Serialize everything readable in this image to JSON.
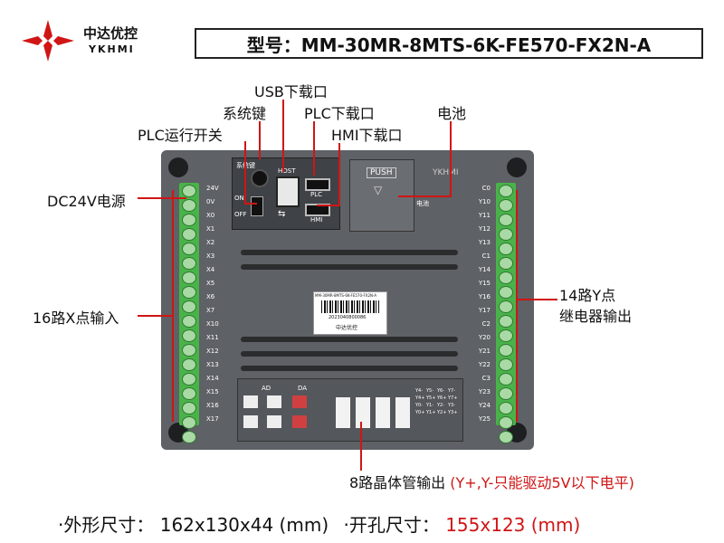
{
  "logo": {
    "cn": "中达优控",
    "en": "YKHMI"
  },
  "model": "型号：MM-30MR-8MTS-6K-FE570-FX2N-A",
  "labels": {
    "usb": "USB下载口",
    "sys_key": "系统键",
    "plc_port": "PLC下载口",
    "battery": "电池",
    "plc_switch": "PLC运行开关",
    "hmi_port": "HMI下载口",
    "dc24v": "DC24V电源",
    "x_inputs": "16路X点输入",
    "y_outputs_1": "14路Y点",
    "y_outputs_2": "继电器输出",
    "transistor": "8路晶体管输出",
    "transistor_note": "(Y+,Y-只能驱动5V以下电平)"
  },
  "device": {
    "sticker_model": "MM-30MR-8MTS-6K-FE570-FX2N-A",
    "sticker_serial": "2023040800086",
    "sticker_brand": "中达优控",
    "panel_brand": "YKHMI",
    "push": "PUSH",
    "battery_small": "电池",
    "sys_key_small": "系统键",
    "host": "HOST",
    "plc": "PLC",
    "hmi": "HMI",
    "on": "ON",
    "off": "OFF",
    "ad": "AD",
    "da": "DA",
    "left_terms": [
      "24V",
      "0V",
      "X0",
      "X1",
      "X2",
      "X3",
      "X4",
      "X5",
      "X6",
      "X7",
      "X10",
      "X11",
      "X12",
      "X13",
      "X14",
      "X15",
      "X16",
      "X17"
    ],
    "right_terms": [
      "C0",
      "Y10",
      "Y11",
      "Y12",
      "Y13",
      "C1",
      "Y14",
      "Y15",
      "Y16",
      "Y17",
      "C2",
      "Y20",
      "Y21",
      "Y22",
      "C3",
      "Y23",
      "Y24",
      "Y25"
    ],
    "tr_terms": [
      "Y4-",
      "Y5-",
      "Y6-",
      "Y7-",
      "Y4+",
      "Y5+",
      "Y6+",
      "Y7+",
      "Y0-",
      "Y1-",
      "Y2-",
      "Y3-",
      "Y0+",
      "Y1+",
      "Y2+",
      "Y3+"
    ]
  },
  "bottom": {
    "outer_label": "·外形尺寸：",
    "outer_value": "162x130x44 (mm)",
    "cut_label": "·开孔尺寸：",
    "cut_value": "155x123 (mm)"
  },
  "colors": {
    "accent": "#d01515",
    "terminal": "#49b34a",
    "device": "#5e6165"
  }
}
